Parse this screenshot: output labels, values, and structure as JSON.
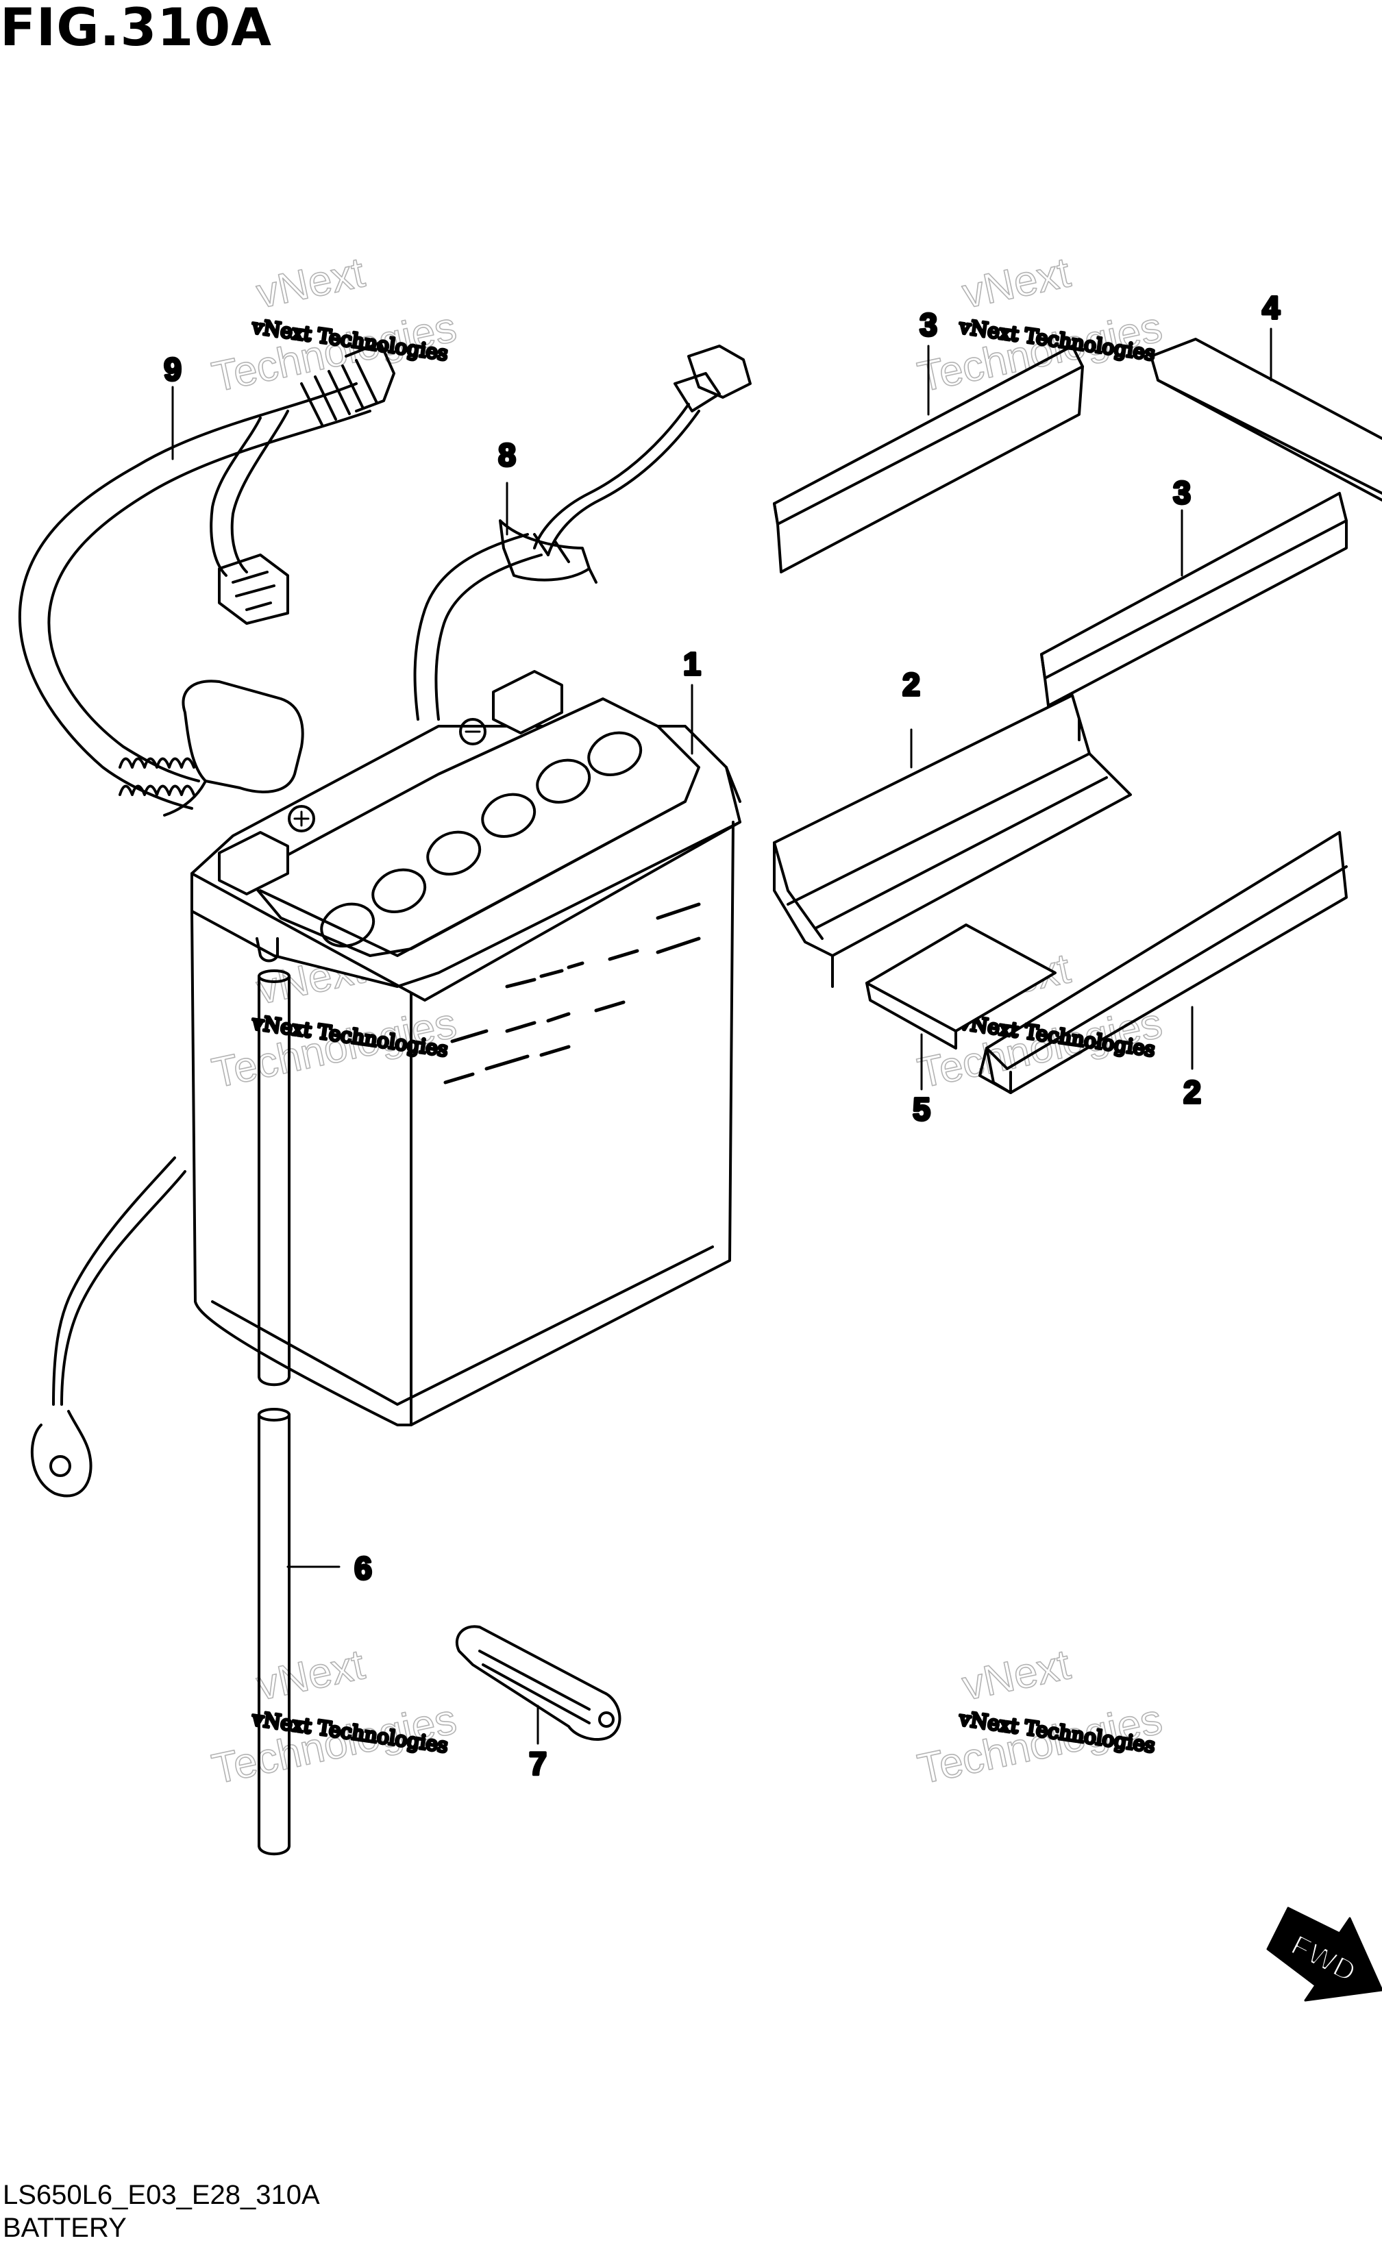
{
  "figure": {
    "title": "FIG.310A",
    "code": "LS650L6_E03_E28_310A",
    "name": "BATTERY"
  },
  "callouts": [
    "1",
    "2",
    "2",
    "3",
    "3",
    "4",
    "5",
    "6",
    "7",
    "8",
    "9"
  ],
  "direction_label": "FWD",
  "watermark": {
    "line1": "vNext Technologies",
    "line2": "vNext",
    "line3": "Technologies"
  },
  "colors": {
    "line": "#000000",
    "background": "#ffffff",
    "watermark_outline": "#b3b3b3"
  }
}
